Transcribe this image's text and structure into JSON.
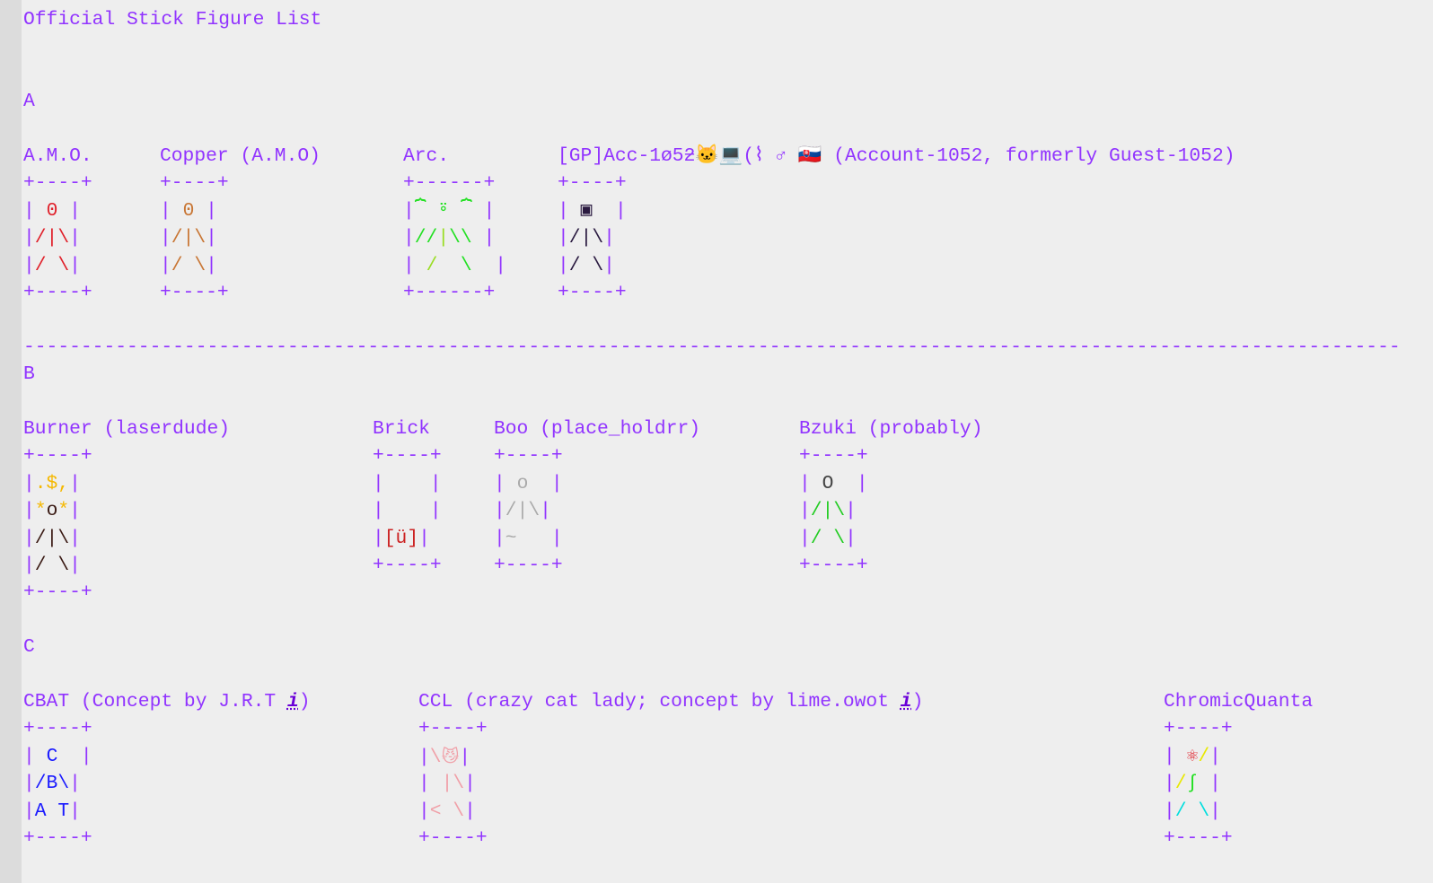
{
  "title": "Official Stick Figure List",
  "colors": {
    "frame": "#9133ff",
    "red": "#e0202a",
    "copper": "#c87533",
    "green": "#22e022",
    "lime": "#99dd22",
    "dark": "#2a1a40",
    "gold": "#f5b800",
    "brown": "#3a1a14",
    "brickred": "#cc2222",
    "gray": "#aaaaaa",
    "darkgray": "#444444",
    "bzgreen": "#22cc22",
    "blue": "#1a1aff",
    "pink": "#f0a0a8",
    "yellow": "#e8e800",
    "cyan": "#00dede"
  },
  "divider": "------------------------------------------------------------------------------------------------------------------------",
  "sections": [
    {
      "letter": "A",
      "entries": [
        {
          "name": "A.M.O.",
          "art": [
            [
              [
                "+----+",
                "frame"
              ]
            ],
            [
              [
                "| ",
                "frame"
              ],
              [
                "0",
                "red"
              ],
              [
                " |",
                "frame"
              ]
            ],
            [
              [
                "|",
                "frame"
              ],
              [
                "/|\\",
                "red"
              ],
              [
                "|",
                "frame"
              ]
            ],
            [
              [
                "|",
                "frame"
              ],
              [
                "/ \\",
                "red"
              ],
              [
                "|",
                "frame"
              ]
            ],
            [
              [
                "+----+",
                "frame"
              ]
            ]
          ]
        },
        {
          "name": "Copper (A.M.O)",
          "art": [
            [
              [
                "+----+",
                "frame"
              ]
            ],
            [
              [
                "| ",
                "frame"
              ],
              [
                "0",
                "copper"
              ],
              [
                " |",
                "frame"
              ]
            ],
            [
              [
                "|",
                "frame"
              ],
              [
                "/|\\",
                "copper"
              ],
              [
                "|",
                "frame"
              ]
            ],
            [
              [
                "|",
                "frame"
              ],
              [
                "/ \\",
                "copper"
              ],
              [
                "|",
                "frame"
              ]
            ],
            [
              [
                "+----+",
                "frame"
              ]
            ]
          ]
        },
        {
          "name": "Arc.",
          "art": [
            [
              [
                "+------+",
                "frame"
              ]
            ],
            [
              [
                "|",
                "frame"
              ],
              [
                "⏞ ⍤ ⏞",
                "green"
              ],
              [
                " |",
                "frame"
              ]
            ],
            [
              [
                "|",
                "frame"
              ],
              [
                "//",
                "green"
              ],
              [
                "|",
                "lime"
              ],
              [
                "\\\\",
                "green"
              ],
              [
                " |",
                "frame"
              ]
            ],
            [
              [
                "| ",
                "frame"
              ],
              [
                "/",
                "lime"
              ],
              [
                "  ",
                "green"
              ],
              [
                "\\",
                "green"
              ],
              [
                "  |",
                "frame"
              ]
            ],
            [
              [
                "+------+",
                "frame"
              ]
            ]
          ]
        },
        {
          "name": "[GP]Acc-1ø5ƻ🐱💻(⌇ ♂ 🇸🇰 (Account-1052, formerly Guest-1052)",
          "art": [
            [
              [
                "+----+",
                "frame"
              ]
            ],
            [
              [
                "| ",
                "frame"
              ],
              [
                "▣",
                "dark"
              ],
              [
                "  |",
                "frame"
              ]
            ],
            [
              [
                "|",
                "frame"
              ],
              [
                "/|\\",
                "dark"
              ],
              [
                "|",
                "frame"
              ]
            ],
            [
              [
                "|",
                "frame"
              ],
              [
                "/ \\",
                "dark"
              ],
              [
                "|",
                "frame"
              ]
            ],
            [
              [
                "+----+",
                "frame"
              ]
            ]
          ]
        }
      ]
    },
    {
      "letter": "B",
      "entries": [
        {
          "name": "Burner (laserdude)",
          "art": [
            [
              [
                "+----+",
                "frame"
              ]
            ],
            [
              [
                "|",
                "frame"
              ],
              [
                ".$,",
                "gold"
              ],
              [
                "|",
                "frame"
              ]
            ],
            [
              [
                "|",
                "frame"
              ],
              [
                "*",
                "gold"
              ],
              [
                "o",
                "brown"
              ],
              [
                "*",
                "gold"
              ],
              [
                "|",
                "frame"
              ]
            ],
            [
              [
                "|",
                "frame"
              ],
              [
                "/|\\",
                "brown"
              ],
              [
                "|",
                "frame"
              ]
            ],
            [
              [
                "|",
                "frame"
              ],
              [
                "/ \\",
                "brown"
              ],
              [
                "|",
                "frame"
              ]
            ],
            [
              [
                "+----+",
                "frame"
              ]
            ]
          ]
        },
        {
          "name": "Brick",
          "art": [
            [
              [
                "+----+",
                "frame"
              ]
            ],
            [
              [
                "|    |",
                "frame"
              ]
            ],
            [
              [
                "|    |",
                "frame"
              ]
            ],
            [
              [
                "|",
                "frame"
              ],
              [
                "[ü]",
                "brickred"
              ],
              [
                "|",
                "frame"
              ]
            ],
            [
              [
                "+----+",
                "frame"
              ]
            ]
          ]
        },
        {
          "name": "Boo (place_holdrr)",
          "art": [
            [
              [
                "+----+",
                "frame"
              ]
            ],
            [
              [
                "| ",
                "frame"
              ],
              [
                "o",
                "gray"
              ],
              [
                "  |",
                "frame"
              ]
            ],
            [
              [
                "|",
                "frame"
              ],
              [
                "/|\\",
                "gray"
              ],
              [
                "|",
                "frame"
              ]
            ],
            [
              [
                "|",
                "frame"
              ],
              [
                "~",
                "gray"
              ],
              [
                "   |",
                "frame"
              ]
            ],
            [
              [
                "+----+",
                "frame"
              ]
            ]
          ]
        },
        {
          "name": "Bzuki (probably)",
          "art": [
            [
              [
                "+----+",
                "frame"
              ]
            ],
            [
              [
                "| ",
                "frame"
              ],
              [
                "O",
                "darkgray"
              ],
              [
                "  |",
                "frame"
              ]
            ],
            [
              [
                "|",
                "frame"
              ],
              [
                "/|\\",
                "bzgreen"
              ],
              [
                "|",
                "frame"
              ]
            ],
            [
              [
                "|",
                "frame"
              ],
              [
                "/ \\",
                "bzgreen"
              ],
              [
                "|",
                "frame"
              ]
            ],
            [
              [
                "+----+",
                "frame"
              ]
            ]
          ]
        }
      ]
    },
    {
      "letter": "C",
      "entries": [
        {
          "name": "CBAT (Concept by J.R.T ",
          "info": "i",
          "name_end": ")",
          "art": [
            [
              [
                "+----+",
                "frame"
              ]
            ],
            [
              [
                "| ",
                "frame"
              ],
              [
                "C",
                "blue"
              ],
              [
                "  |",
                "frame"
              ]
            ],
            [
              [
                "|",
                "frame"
              ],
              [
                "/B\\",
                "blue"
              ],
              [
                "|",
                "frame"
              ]
            ],
            [
              [
                "|",
                "frame"
              ],
              [
                "A T",
                "blue"
              ],
              [
                "|",
                "frame"
              ]
            ],
            [
              [
                "+----+",
                "frame"
              ]
            ]
          ]
        },
        {
          "name": "CCL (crazy cat lady; concept by lime.owot ",
          "info": "i",
          "name_end": ")",
          "art": [
            [
              [
                "+----+",
                "frame"
              ]
            ],
            [
              [
                "|",
                "frame"
              ],
              [
                "\\",
                "pink"
              ],
              [
                "😼",
                "pink"
              ],
              [
                "|",
                "frame"
              ]
            ],
            [
              [
                "| ",
                "frame"
              ],
              [
                "|\\",
                "pink"
              ],
              [
                "|",
                "frame"
              ]
            ],
            [
              [
                "|",
                "frame"
              ],
              [
                "< \\",
                "pink"
              ],
              [
                "|",
                "frame"
              ]
            ],
            [
              [
                "+----+",
                "frame"
              ]
            ]
          ]
        },
        {
          "name": "ChromicQuanta",
          "art": [
            [
              [
                "+----+",
                "frame"
              ]
            ],
            [
              [
                "| ",
                "frame"
              ],
              [
                "⚛",
                "red"
              ],
              [
                "/",
                "yellow"
              ],
              [
                "|",
                "frame"
              ]
            ],
            [
              [
                "|",
                "frame"
              ],
              [
                "/",
                "yellow"
              ],
              [
                "∫",
                "green"
              ],
              [
                " |",
                "frame"
              ]
            ],
            [
              [
                "|",
                "frame"
              ],
              [
                "/ \\",
                "cyan"
              ],
              [
                "|",
                "frame"
              ]
            ],
            [
              [
                "+----+",
                "frame"
              ]
            ]
          ]
        }
      ]
    }
  ]
}
